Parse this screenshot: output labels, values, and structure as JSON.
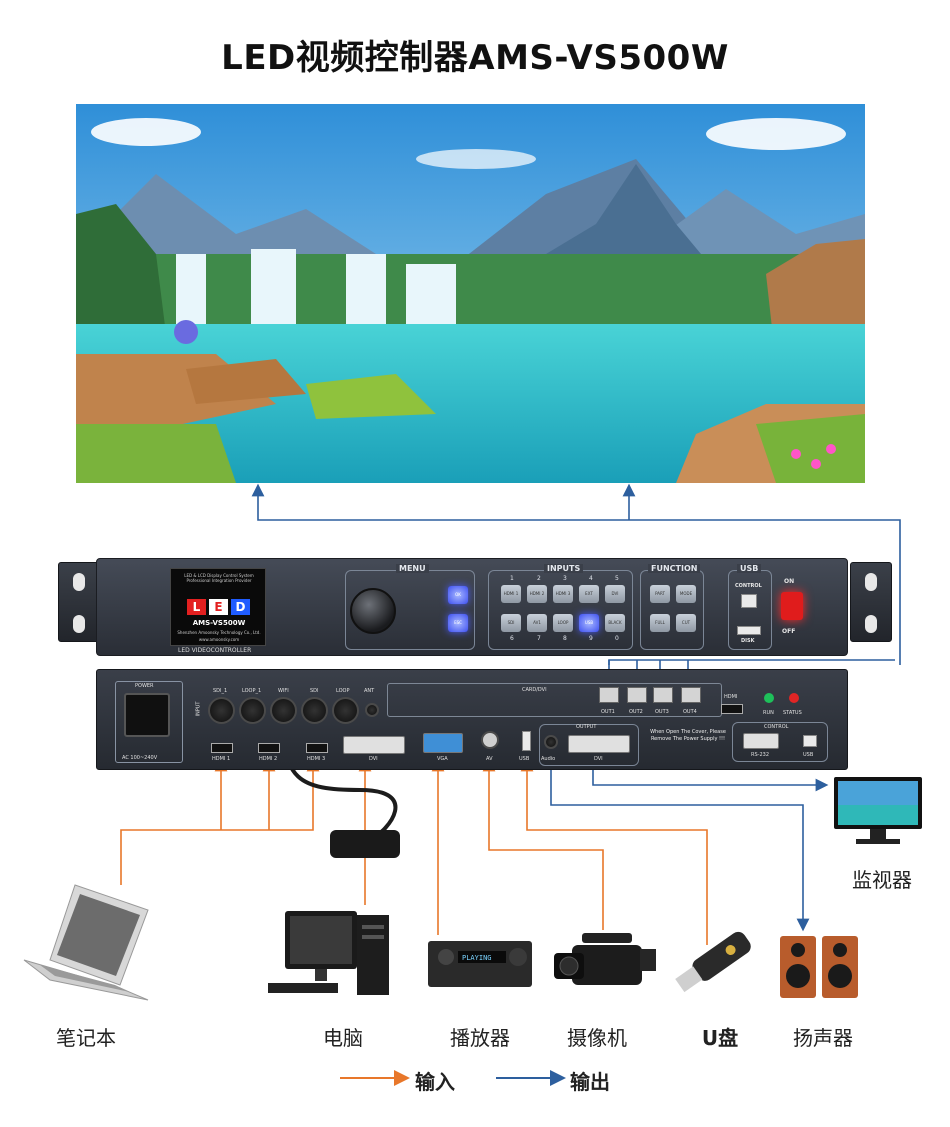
{
  "title": "LED视频控制器AMS-VS500W",
  "front_panel": {
    "logo_company_line": "Shenzhen Amoonsky Technology Co., Ltd.",
    "logo_tag_line": "LED & LCD Display Control System Professional Integration Provider",
    "logo_letters": [
      "L",
      "E",
      "D"
    ],
    "logo_letter_colors": [
      "#e32020",
      "#ffffff",
      "#1f5cff"
    ],
    "model": "AMS-VS500W",
    "website": "www.amoonsky.com",
    "caption": "LED VIDEOCONTROLLER",
    "menu_label": "MENU",
    "inputs_label": "INPUTS",
    "function_label": "FUNCTION",
    "usb_label": "USB",
    "control_label": "CONTROL",
    "disk_label": "DISK",
    "on_label": "ON",
    "off_label": "OFF",
    "menu_keys": [
      "OK",
      "ESC"
    ],
    "input_top_numbers": [
      "1",
      "2",
      "3",
      "4",
      "5"
    ],
    "input_bottom_numbers": [
      "6",
      "7",
      "8",
      "9",
      "0"
    ],
    "input_keys_top": [
      "HDMI 1",
      "HDMI 2",
      "HDMI 3",
      "EXT",
      "DVI"
    ],
    "input_keys_bottom": [
      "SDI",
      "AV1",
      "LOOP",
      "USB",
      "BLACK"
    ],
    "function_keys": [
      "PART",
      "MODE",
      "FULL",
      "CUT"
    ]
  },
  "back_panel": {
    "power_label": "POWER",
    "power_rating": "AC 100~240V",
    "input_side_label": "INPUT",
    "round_ports": [
      "SDI_1",
      "LOOP_1",
      "WIFI",
      "SDI",
      "LOOP",
      "ANT"
    ],
    "card_label": "CARD/DVI",
    "hdmi_ports": [
      "HDMI 1",
      "HDMI 2",
      "HDMI 3"
    ],
    "dvi_in_label": "DVI",
    "vga_label": "VGA",
    "av_label": "AV",
    "usb_label": "USB",
    "output_label": "OUTPUT",
    "audio_label": "Audio",
    "dvi_out_label": "DVI",
    "warning": "When Open The Cover, Please Remove The Power Supply !!!",
    "net_ports": [
      "OUT1",
      "OUT2",
      "OUT3",
      "OUT4"
    ],
    "hdmi_out_label": "HDMI",
    "run_label": "RUN",
    "status_label": "STATUS",
    "control_label": "CONTROL",
    "rs232_label": "RS-232",
    "usb2_label": "USB"
  },
  "devices": {
    "laptop": "笔记本",
    "pc": "电脑",
    "player": "播放器",
    "player_display": "PLAYING",
    "camera": "摄像机",
    "udisk": "U盘",
    "speaker": "扬声器",
    "monitor": "监视器"
  },
  "legend": {
    "input": "输入",
    "output": "输出",
    "input_color": "#e8772a",
    "output_color": "#2d5f9e"
  }
}
